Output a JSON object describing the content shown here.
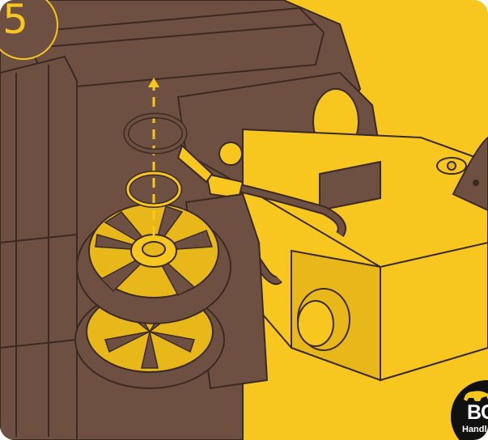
{
  "step": {
    "number": "5"
  },
  "logo": {
    "text": "BC",
    "subtext": "Handl"
  },
  "colors": {
    "background": "#f7c61f",
    "machine_dark": "#6e5042",
    "outline": "#3a2a22",
    "highlight": "#f7c61f"
  },
  "icons": [
    "snap-ring-icon",
    "washer-icon",
    "wheel-icon",
    "pliers-icon",
    "wing-nut-icon",
    "bear-logo-icon"
  ]
}
